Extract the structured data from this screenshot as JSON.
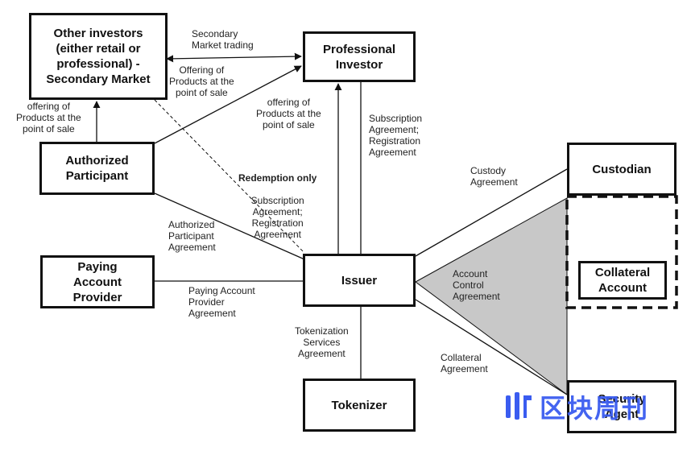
{
  "boxes": {
    "other_investors": "Other investors\n(either retail or\nprofessional) -\nSecondary Market",
    "professional_investor": "Professional\nInvestor",
    "authorized_participant": "Authorized\nParticipant",
    "paying_account_provider": "Paying\nAccount\nProvider",
    "issuer": "Issuer",
    "tokenizer": "Tokenizer",
    "custodian": "Custodian",
    "collateral_account": "Collateral\nAccount",
    "security_agent": "Security\nAgent"
  },
  "labels": {
    "secondary_market_trading": "Secondary\nMarket trading",
    "offering_products_ap_pro": "Offering of\nProducts at the\npoint of sale",
    "offering_products_ap_other": "offering of\nProducts at the\npoint of sale",
    "offering_products_issuer_pro": "offering of\nProducts at the\npoint of sale",
    "subscription_registration_right": "Subscription\nAgreement;\nRegistration\nAgreement",
    "redemption_only": "Redemption only",
    "subscription_registration_mid": "Subscription\nAgreement;\nRegistration\nAgreement",
    "ap_agreement": "Authorized\nParticipant\nAgreement",
    "paying_account_agreement": "Paying Account\nProvider\nAgreement",
    "tokenization_agreement": "Tokenization\nServices\nAgreement",
    "custody_agreement": "Custody\nAgreement",
    "account_control_agreement": "Account\nControl\nAgreement",
    "collateral_agreement": "Collateral\nAgreement"
  },
  "watermark": {
    "text": "区块周刊",
    "icon": "logo-bars-icon",
    "color": "#3a5cf0"
  },
  "colors": {
    "line": "#111111",
    "triangle_fill": "#c8c8c8"
  }
}
